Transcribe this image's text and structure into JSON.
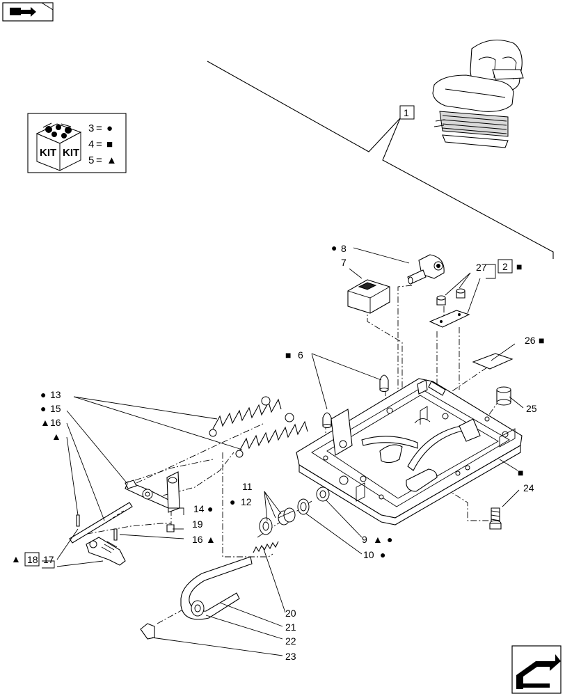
{
  "kit_legend": [
    {
      "number": "3",
      "symbol": "●"
    },
    {
      "number": "4",
      "symbol": "■"
    },
    {
      "number": "5",
      "symbol": "▲"
    }
  ],
  "kit_icon_text": [
    "KIT",
    "KIT"
  ],
  "callouts": {
    "c1": "1",
    "c2": "2",
    "c2_sym": "■",
    "c6_sym": "■",
    "c6": "6",
    "c7": "7",
    "c8_sym": "●",
    "c8": "8",
    "c9": "9",
    "c9_sym1": "▲",
    "c9_sym2": "●",
    "c10": "10",
    "c10_sym": "●",
    "c11": "11",
    "c12_sym": "●",
    "c12": "12",
    "c13_sym": "●",
    "c13": "13",
    "c14": "14",
    "c14_sym": "●",
    "c15_sym": "●",
    "c15": "15",
    "c16_sym": "▲",
    "c16": "16",
    "c16b": "16",
    "c16b_sym": "▲",
    "c_tri_sym": "▲",
    "c17": "17",
    "c18": "18",
    "c18_sym": "▲",
    "c19": "19",
    "c20": "20",
    "c21": "21",
    "c22": "22",
    "c23": "23",
    "c24": "24",
    "c25": "25",
    "c26": "26",
    "c26_sym": "■",
    "c27": "27",
    "c_frame_sym": "■"
  }
}
